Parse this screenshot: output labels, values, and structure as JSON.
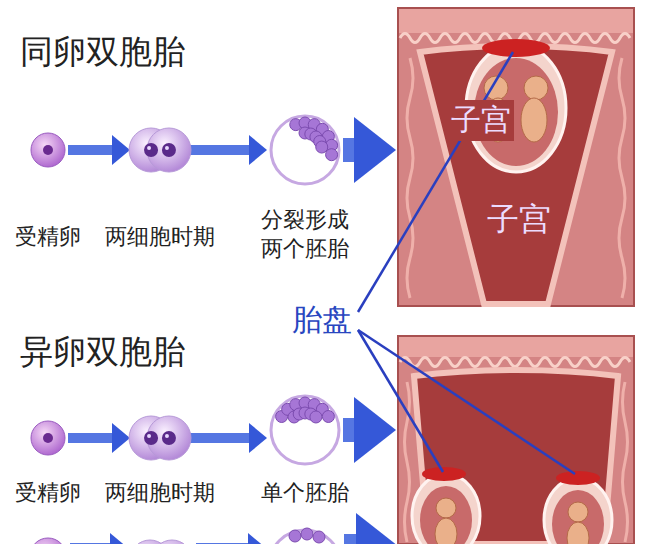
{
  "diagram": {
    "nodes": [
      {
        "text": [
          "受精卵"
        ]
      },
      {
        "text": [
          "两细胞时期"
        ]
      },
      {
        "text": [
          "分裂形成 两个胚胎"
        ]
      },
      {
        "text": [
          "子宫"
        ]
      },
      {
        "text": [
          "受精卵"
        ]
      },
      {
        "text": [
          "两细胞时期"
        ]
      },
      {
        "text": [
          "单个胚胎"
        ]
      },
      {
        "text": [
          "子宫"
        ]
      }
    ],
    "edges": [
      {
        "from": 0,
        "to": 1,
        "arrow": "to"
      },
      {
        "from": 1,
        "to": 2,
        "arrow": "to"
      },
      {
        "from": 2,
        "to": 3,
        "arrow": "to"
      },
      {
        "from": 4,
        "to": 5,
        "arrow": "to"
      },
      {
        "from": 5,
        "to": 6,
        "arrow": "to"
      },
      {
        "from": 6,
        "to": 7,
        "arrow": "to"
      }
    ],
    "labels": [
      "同卵双胞胎",
      "胎盘",
      "异卵双胞胎"
    ]
  }
}
